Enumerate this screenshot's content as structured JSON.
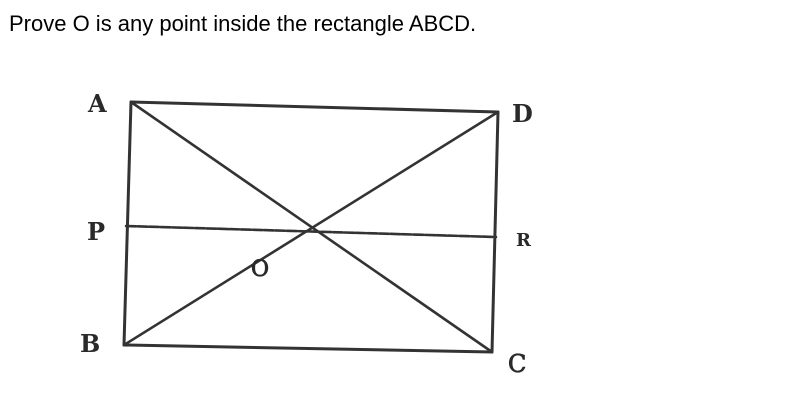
{
  "question": {
    "text": "Prove O is any point inside the rectangle ABCD."
  },
  "figure": {
    "type": "geometry-diagram",
    "shape": "rectangle",
    "vertices": {
      "A": "A",
      "B": "B",
      "C": "C",
      "D": "D"
    },
    "points": {
      "P": "P",
      "R": "R",
      "O": "O"
    },
    "line_color": "#333333",
    "segments": [
      "AB",
      "BC",
      "CD",
      "DA",
      "AC",
      "BD",
      "PR"
    ]
  }
}
